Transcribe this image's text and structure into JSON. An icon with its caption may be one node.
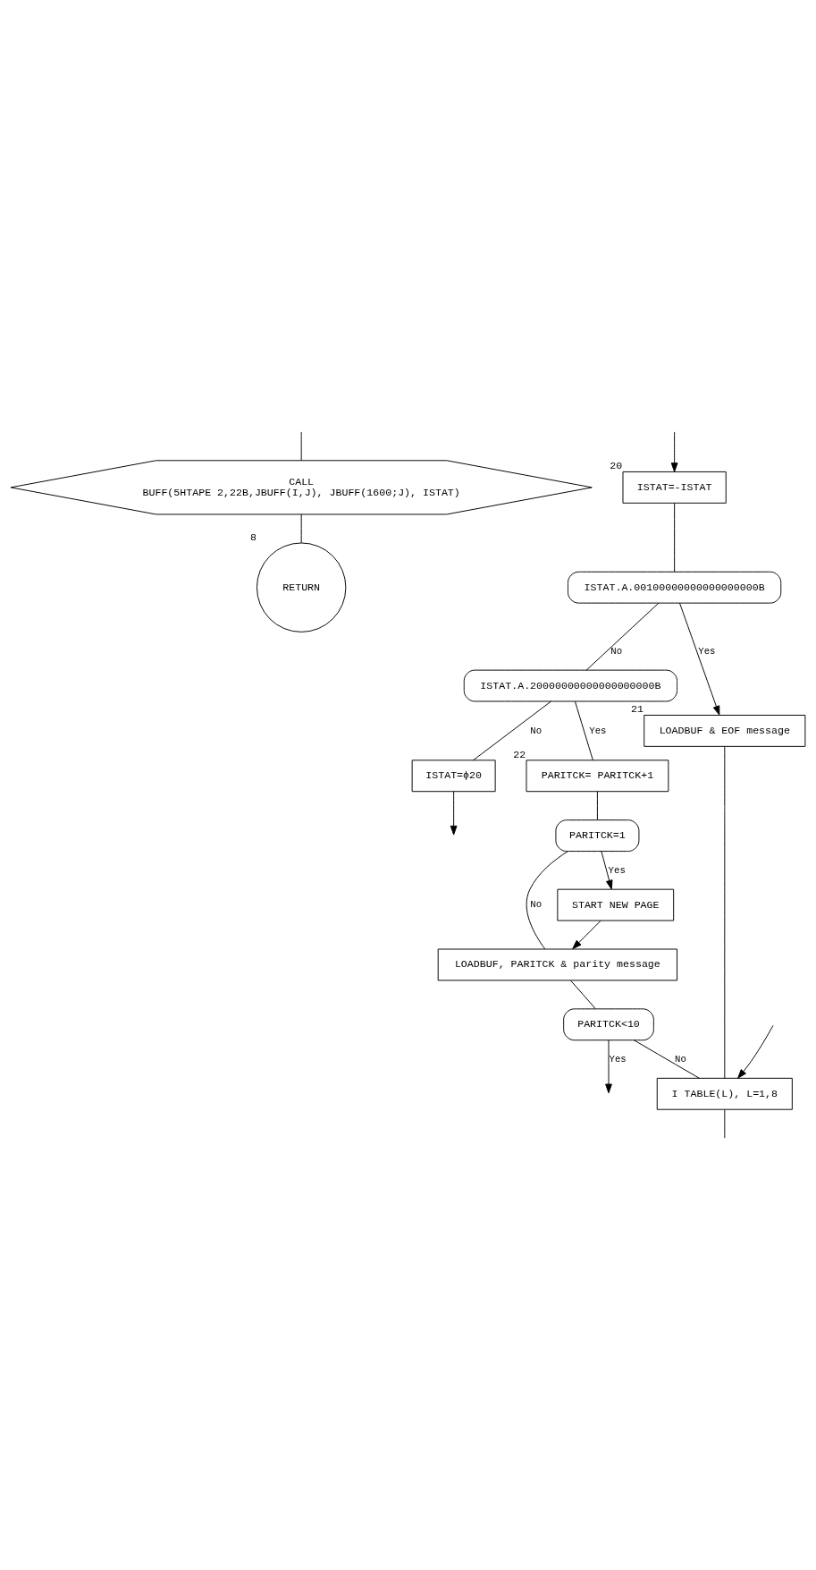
{
  "diagram": {
    "nodes": [
      {
        "text": [
          "CALL",
          "BUFF(5HTAPE 2,22B,JBUFF(I,J), JBUFF(1600;J), ISTAT)"
        ]
      },
      {
        "text": [
          "RETURN"
        ],
        "beside": [
          "8"
        ]
      },
      {
        "text": [
          "ISTAT=-ISTAT"
        ],
        "beside": [
          "20"
        ]
      },
      {
        "text": [
          "ISTAT.A.00100000000000000000B"
        ]
      },
      {
        "text": [
          "ISTAT.A.20000000000000000000B"
        ]
      },
      {
        "text": [
          "ISTAT=ϕ20"
        ]
      },
      {
        "text": [
          "PARITCK= PARITCK+1"
        ],
        "beside": [
          "22"
        ]
      },
      {
        "text": [
          "PARITCK=1"
        ]
      },
      {
        "text": [
          "START NEW PAGE"
        ]
      },
      {
        "text": [
          "LOADBUF & EOF message"
        ],
        "beside": [
          "21"
        ]
      },
      {
        "text": [
          "LOADBUF, PARITCK & parity message"
        ]
      },
      {
        "text": [
          "PARITCK<10"
        ]
      },
      {
        "text": [
          "I TABLE(L), L=1,8"
        ]
      }
    ],
    "edges": [
      {
        "from": null,
        "to": 0,
        "arrow": "none"
      },
      {
        "from": 0,
        "to": 1,
        "arrow": "none"
      },
      {
        "from": null,
        "to": 2,
        "arrow": "to"
      },
      {
        "from": 2,
        "to": 3,
        "arrow": "none"
      },
      {
        "from": 3,
        "to": 9,
        "label": "Yes",
        "arrow": "to"
      },
      {
        "from": 3,
        "to": 4,
        "label": "No",
        "arrow": "none"
      },
      {
        "from": 4,
        "to": 5,
        "label": "No",
        "arrow": "none"
      },
      {
        "from": 4,
        "to": 6,
        "label": "Yes",
        "arrow": "none"
      },
      {
        "from": 5,
        "to": null,
        "arrow": "to"
      },
      {
        "from": 6,
        "to": 7,
        "arrow": "none"
      },
      {
        "from": 7,
        "to": 8,
        "label": "Yes",
        "arrow": "to"
      },
      {
        "from": 7,
        "to": 10,
        "label": "No",
        "arrow": "none"
      },
      {
        "from": 8,
        "to": 10,
        "arrow": "to"
      },
      {
        "from": 9,
        "to": 12,
        "arrow": "none"
      },
      {
        "from": 10,
        "to": 11,
        "arrow": "none"
      },
      {
        "from": 11,
        "to": null,
        "label": "Yes",
        "arrow": "to"
      },
      {
        "from": 11,
        "to": 12,
        "label": "No",
        "arrow": "none"
      },
      {
        "from": null,
        "to": 12,
        "arrow": "to"
      },
      {
        "from": 12,
        "to": null,
        "arrow": "none"
      }
    ]
  }
}
